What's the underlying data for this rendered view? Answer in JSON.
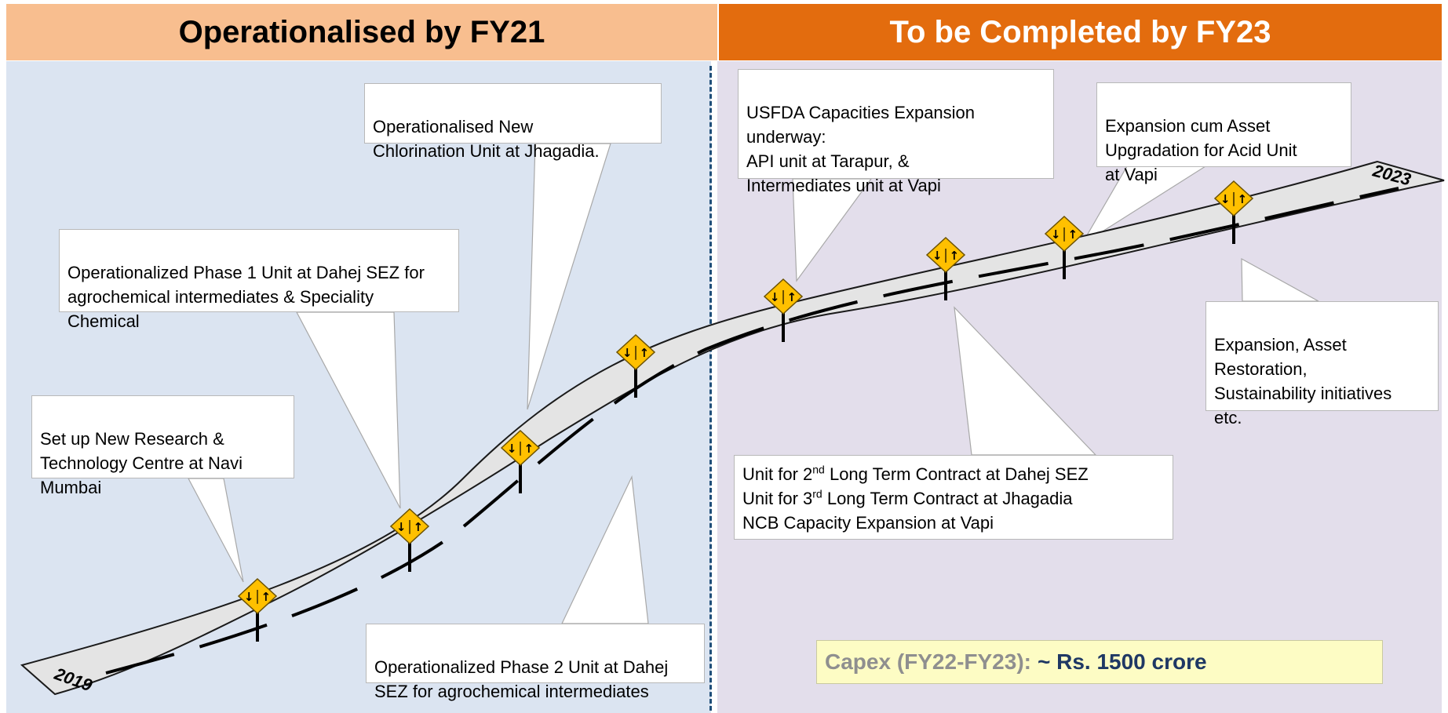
{
  "headers": {
    "left": "Operationalised by FY21",
    "right": "To be Completed by FY23"
  },
  "road": {
    "start_year": "2019",
    "end_year": "2023"
  },
  "callouts": {
    "research_centre": "Set up New Research &\nTechnology Centre at Navi\nMumbai",
    "phase1_dahej": "Operationalized Phase 1 Unit at Dahej SEZ for\nagrochemical intermediates & Speciality\nChemical",
    "chlorination": "Operationalised New\nChlorination Unit at Jhagadia.",
    "phase2_dahej": "Operationalized Phase 2 Unit at Dahej\nSEZ for agrochemical intermediates",
    "usfda": "USFDA Capacities Expansion\nunderway:\nAPI unit at Tarapur,  &\nIntermediates unit at Vapi",
    "acid_unit": "Expansion cum Asset\nUpgradation for Acid Unit\nat Vapi",
    "sustainability": "Expansion, Asset\nRestoration,\nSustainability initiatives\netc.",
    "long_term": {
      "line1_pre": "Unit for 2",
      "line1_sup": "nd",
      "line1_post": " Long Term Contract at Dahej SEZ",
      "line2_pre": "Unit for 3",
      "line2_sup": "rd",
      "line2_post": " Long Term Contract at Jhagadia",
      "line3": "NCB Capacity Expansion at Vapi"
    }
  },
  "capex": {
    "label": "Capex (FY22-FY23):",
    "value": "~ Rs. 1500 crore"
  },
  "colors": {
    "header_left": "#f8be8f",
    "header_right": "#e36c0e",
    "panel_left": "#dbe4f1",
    "panel_right": "#e3deeb",
    "sign": "#ffc000",
    "capex_value": "#1f3864"
  }
}
